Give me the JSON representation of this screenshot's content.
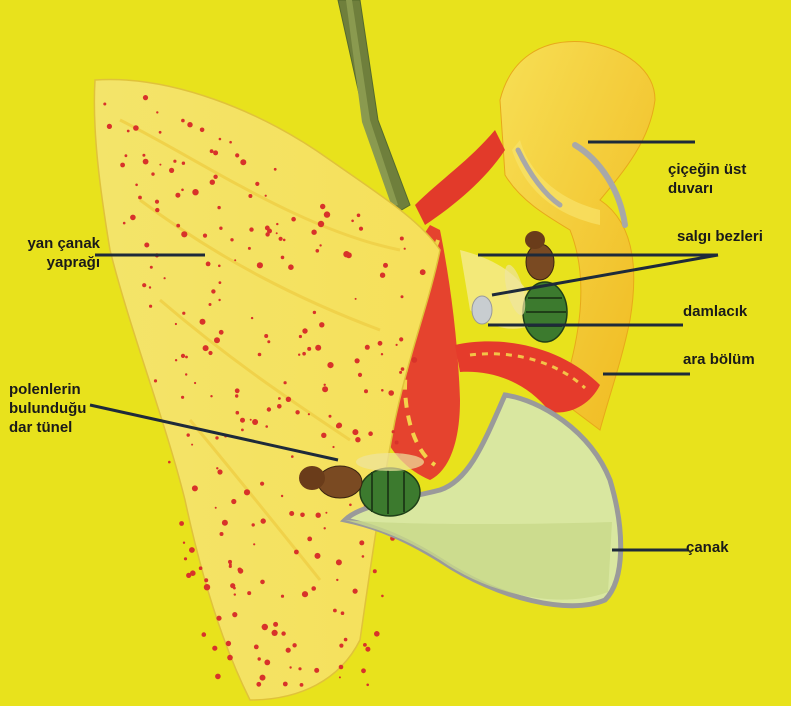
{
  "labels": {
    "upper_wall": "çiçeğin üst\nduvarı",
    "lateral_sepal": "yan çanak\nyaprağı",
    "secretory_glands": "salgı bezleri",
    "droplet": "damlacık",
    "intermediate_part": "ara bölüm",
    "pollen_tunnel": "polenlerin\nbulunduğu\ndar tünel",
    "bucket": "çanak"
  },
  "colors": {
    "background": "#e8e21c",
    "petal_yellow": "#f2d53a",
    "spots": "#d8322a",
    "bucket_fill": "#d9e7a0",
    "bucket_outline": "#9a9a9a",
    "stem": "#6f7f3c",
    "bee_abdomen": "#3c7a2e",
    "leader_line": "#1e2a3a"
  }
}
